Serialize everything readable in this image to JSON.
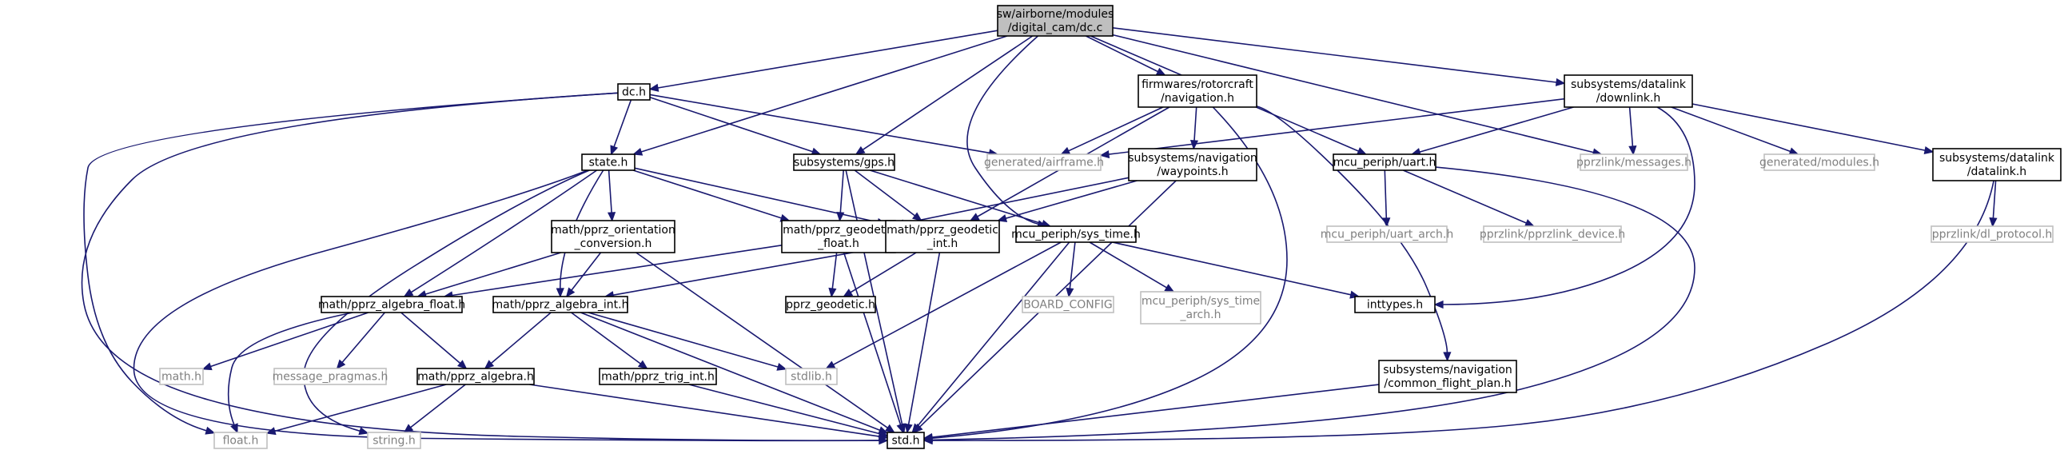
{
  "colors": {
    "edge": "#191970",
    "node_border": "#000000",
    "external_border": "#bfbfbf",
    "external_text": "#808080",
    "text": "#000000",
    "root_fill": "#bfbfbf",
    "fill": "#ffffff"
  },
  "nodes": [
    {
      "id": "dc_c",
      "lines": [
        "sw/airborne/modules",
        "/digital_cam/dc.c"
      ],
      "style": "root"
    },
    {
      "id": "dc_h",
      "lines": [
        "dc.h"
      ],
      "style": "normal"
    },
    {
      "id": "state_h",
      "lines": [
        "state.h"
      ],
      "style": "normal"
    },
    {
      "id": "gps_h",
      "lines": [
        "subsystems/gps.h"
      ],
      "style": "normal"
    },
    {
      "id": "navigation_h",
      "lines": [
        "firmwares/rotorcraft",
        "/navigation.h"
      ],
      "style": "normal"
    },
    {
      "id": "waypoints_h",
      "lines": [
        "subsystems/navigation",
        "/waypoints.h"
      ],
      "style": "normal"
    },
    {
      "id": "downlink_h",
      "lines": [
        "subsystems/datalink",
        "/downlink.h"
      ],
      "style": "normal"
    },
    {
      "id": "airframe_h",
      "lines": [
        "generated/airframe.h"
      ],
      "style": "external"
    },
    {
      "id": "uart_h",
      "lines": [
        "mcu_periph/uart.h"
      ],
      "style": "normal"
    },
    {
      "id": "messages_h",
      "lines": [
        "pprzlink/messages.h"
      ],
      "style": "external"
    },
    {
      "id": "modules_h",
      "lines": [
        "generated/modules.h"
      ],
      "style": "external"
    },
    {
      "id": "datalink_h",
      "lines": [
        "subsystems/datalink",
        "/datalink.h"
      ],
      "style": "normal"
    },
    {
      "id": "orient_h",
      "lines": [
        "math/pprz_orientation",
        "_conversion.h"
      ],
      "style": "normal"
    },
    {
      "id": "geod_float_h",
      "lines": [
        "math/pprz_geodetic",
        "_float.h"
      ],
      "style": "normal"
    },
    {
      "id": "geod_int_h",
      "lines": [
        "math/pprz_geodetic",
        "_int.h"
      ],
      "style": "normal"
    },
    {
      "id": "sys_time_h",
      "lines": [
        "mcu_periph/sys_time.h"
      ],
      "style": "normal"
    },
    {
      "id": "uart_arch_h",
      "lines": [
        "mcu_periph/uart_arch.h"
      ],
      "style": "external"
    },
    {
      "id": "pprzlink_device_h",
      "lines": [
        "pprzlink/pprzlink_device.h"
      ],
      "style": "external"
    },
    {
      "id": "dl_protocol_h",
      "lines": [
        "pprzlink/dl_protocol.h"
      ],
      "style": "external"
    },
    {
      "id": "alg_float_h",
      "lines": [
        "math/pprz_algebra_float.h"
      ],
      "style": "normal"
    },
    {
      "id": "alg_int_h",
      "lines": [
        "math/pprz_algebra_int.h"
      ],
      "style": "normal"
    },
    {
      "id": "pprz_geodetic_h",
      "lines": [
        "pprz_geodetic.h"
      ],
      "style": "normal"
    },
    {
      "id": "board_config",
      "lines": [
        "BOARD_CONFIG"
      ],
      "style": "external"
    },
    {
      "id": "sys_time_arch_h",
      "lines": [
        "mcu_periph/sys_time",
        "_arch.h"
      ],
      "style": "external"
    },
    {
      "id": "inttypes_h",
      "lines": [
        "inttypes.h"
      ],
      "style": "normal"
    },
    {
      "id": "math_h",
      "lines": [
        "math.h"
      ],
      "style": "external"
    },
    {
      "id": "msg_pragmas_h",
      "lines": [
        "message_pragmas.h"
      ],
      "style": "external"
    },
    {
      "id": "alg_h",
      "lines": [
        "math/pprz_algebra.h"
      ],
      "style": "normal"
    },
    {
      "id": "trig_int_h",
      "lines": [
        "math/pprz_trig_int.h"
      ],
      "style": "normal"
    },
    {
      "id": "stdlib_h",
      "lines": [
        "stdlib.h"
      ],
      "style": "external"
    },
    {
      "id": "common_fp_h",
      "lines": [
        "subsystems/navigation",
        "/common_flight_plan.h"
      ],
      "style": "normal"
    },
    {
      "id": "float_h",
      "lines": [
        "float.h"
      ],
      "style": "external"
    },
    {
      "id": "string_h",
      "lines": [
        "string.h"
      ],
      "style": "external"
    },
    {
      "id": "std_h",
      "lines": [
        "std.h"
      ],
      "style": "normal"
    }
  ],
  "edges": [
    [
      "dc_c",
      "dc_h"
    ],
    [
      "dc_c",
      "state_h"
    ],
    [
      "dc_c",
      "gps_h"
    ],
    [
      "dc_c",
      "navigation_h"
    ],
    [
      "dc_c",
      "uart_h"
    ],
    [
      "dc_c",
      "sys_time_h"
    ],
    [
      "dc_c",
      "downlink_h"
    ],
    [
      "dc_c",
      "messages_h"
    ],
    [
      "dc_h",
      "state_h"
    ],
    [
      "dc_h",
      "gps_h"
    ],
    [
      "dc_h",
      "airframe_h"
    ],
    [
      "dc_h",
      "float_h"
    ],
    [
      "dc_h",
      "std_h"
    ],
    [
      "state_h",
      "orient_h"
    ],
    [
      "state_h",
      "geod_float_h"
    ],
    [
      "state_h",
      "geod_int_h"
    ],
    [
      "state_h",
      "alg_float_h"
    ],
    [
      "state_h",
      "alg_int_h"
    ],
    [
      "state_h",
      "std_h"
    ],
    [
      "state_h",
      "string_h"
    ],
    [
      "gps_h",
      "geod_float_h"
    ],
    [
      "gps_h",
      "geod_int_h"
    ],
    [
      "gps_h",
      "sys_time_h"
    ],
    [
      "gps_h",
      "std_h"
    ],
    [
      "navigation_h",
      "airframe_h"
    ],
    [
      "navigation_h",
      "waypoints_h"
    ],
    [
      "navigation_h",
      "geod_int_h"
    ],
    [
      "navigation_h",
      "common_fp_h"
    ],
    [
      "navigation_h",
      "std_h"
    ],
    [
      "waypoints_h",
      "geod_float_h"
    ],
    [
      "waypoints_h",
      "geod_int_h"
    ],
    [
      "waypoints_h",
      "std_h"
    ],
    [
      "downlink_h",
      "airframe_h"
    ],
    [
      "downlink_h",
      "messages_h"
    ],
    [
      "downlink_h",
      "uart_h"
    ],
    [
      "downlink_h",
      "modules_h"
    ],
    [
      "downlink_h",
      "datalink_h"
    ],
    [
      "downlink_h",
      "inttypes_h"
    ],
    [
      "uart_h",
      "uart_arch_h"
    ],
    [
      "uart_h",
      "pprzlink_device_h"
    ],
    [
      "uart_h",
      "std_h"
    ],
    [
      "datalink_h",
      "dl_protocol_h"
    ],
    [
      "datalink_h",
      "std_h"
    ],
    [
      "orient_h",
      "alg_float_h"
    ],
    [
      "orient_h",
      "alg_int_h"
    ],
    [
      "orient_h",
      "std_h"
    ],
    [
      "geod_float_h",
      "pprz_geodetic_h"
    ],
    [
      "geod_float_h",
      "alg_float_h"
    ],
    [
      "geod_float_h",
      "std_h"
    ],
    [
      "geod_int_h",
      "pprz_geodetic_h"
    ],
    [
      "geod_int_h",
      "alg_int_h"
    ],
    [
      "geod_int_h",
      "std_h"
    ],
    [
      "sys_time_h",
      "board_config"
    ],
    [
      "sys_time_h",
      "sys_time_arch_h"
    ],
    [
      "sys_time_h",
      "inttypes_h"
    ],
    [
      "sys_time_h",
      "stdlib_h"
    ],
    [
      "sys_time_h",
      "std_h"
    ],
    [
      "alg_float_h",
      "math_h"
    ],
    [
      "alg_float_h",
      "msg_pragmas_h"
    ],
    [
      "alg_float_h",
      "alg_h"
    ],
    [
      "alg_float_h",
      "float_h"
    ],
    [
      "alg_int_h",
      "alg_h"
    ],
    [
      "alg_int_h",
      "trig_int_h"
    ],
    [
      "alg_int_h",
      "stdlib_h"
    ],
    [
      "alg_int_h",
      "std_h"
    ],
    [
      "alg_h",
      "float_h"
    ],
    [
      "alg_h",
      "string_h"
    ],
    [
      "alg_h",
      "std_h"
    ],
    [
      "trig_int_h",
      "std_h"
    ],
    [
      "common_fp_h",
      "std_h"
    ]
  ]
}
